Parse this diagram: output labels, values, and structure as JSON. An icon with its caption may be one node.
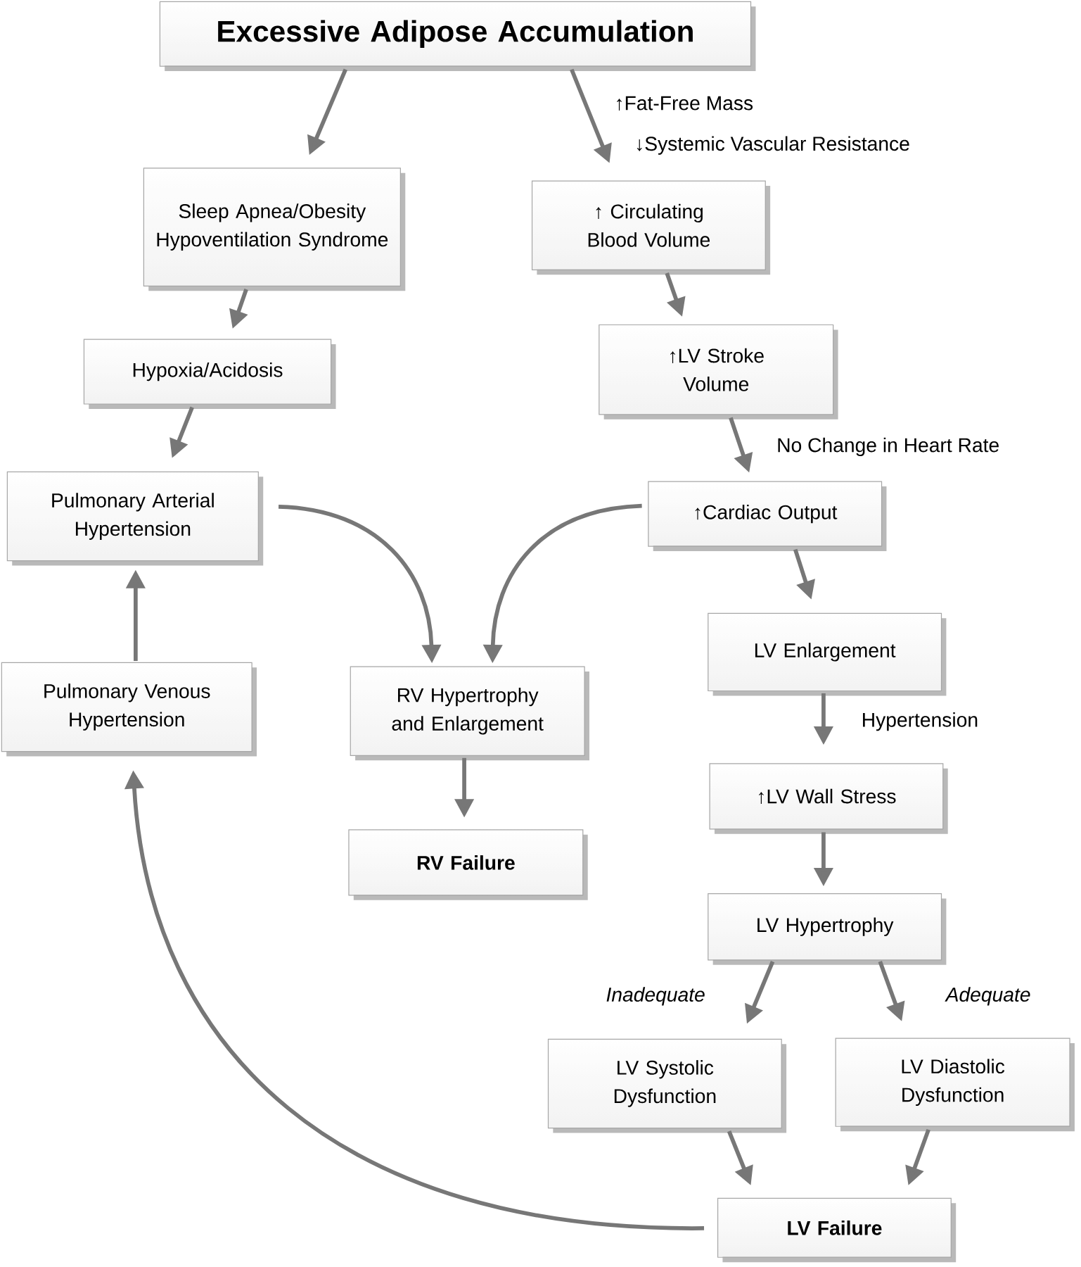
{
  "diagram": {
    "nodes": [
      {
        "text": [
          "Excessive Adipose Accumulation"
        ]
      },
      {
        "text": [
          "Sleep Apnea/Obesity Hypoventilation Syndrome"
        ]
      },
      {
        "text": [
          "↑ Circulating Blood Volume"
        ]
      },
      {
        "text": [
          "Hypoxia/Acidosis"
        ]
      },
      {
        "text": [
          "↑LV Stroke Volume"
        ]
      },
      {
        "text": [
          "Pulmonary Arterial Hypertension"
        ]
      },
      {
        "text": [
          "↑Cardiac Output"
        ]
      },
      {
        "text": [
          "LV Enlargement"
        ]
      },
      {
        "text": [
          "Pulmonary Venous Hypertension"
        ]
      },
      {
        "text": [
          "RV Hypertrophy and Enlargement"
        ]
      },
      {
        "text": [
          "↑LV Wall Stress"
        ]
      },
      {
        "text": [
          "RV Failure"
        ]
      },
      {
        "text": [
          "LV Hypertrophy"
        ]
      },
      {
        "text": [
          "LV Systolic Dysfunction"
        ]
      },
      {
        "text": [
          "LV Diastolic Dysfunction"
        ]
      },
      {
        "text": [
          "LV Failure"
        ]
      }
    ],
    "edges": [
      {
        "from": 0,
        "to": 1,
        "arrow": "to"
      },
      {
        "from": 0,
        "to": 2,
        "arrow": "to"
      },
      {
        "from": 1,
        "to": 3,
        "arrow": "to"
      },
      {
        "from": 2,
        "to": 4,
        "arrow": "to"
      },
      {
        "from": 3,
        "to": 5,
        "arrow": "to"
      },
      {
        "from": 4,
        "to": 6,
        "arrow": "to",
        "label": "No Change in Heart Rate"
      },
      {
        "from": 5,
        "to": 9,
        "arrow": "to"
      },
      {
        "from": 6,
        "to": 9,
        "arrow": "to"
      },
      {
        "from": 6,
        "to": 7,
        "arrow": "to"
      },
      {
        "from": 8,
        "to": 5,
        "arrow": "to"
      },
      {
        "from": 7,
        "to": 10,
        "arrow": "to",
        "label": "Hypertension"
      },
      {
        "from": 9,
        "to": 11,
        "arrow": "to"
      },
      {
        "from": 10,
        "to": 12,
        "arrow": "to"
      },
      {
        "from": 12,
        "to": 13,
        "arrow": "to",
        "label": "Inadequate"
      },
      {
        "from": 12,
        "to": 14,
        "arrow": "to",
        "label": "Adequate"
      },
      {
        "from": 13,
        "to": 15,
        "arrow": "to"
      },
      {
        "from": 14,
        "to": 15,
        "arrow": "to"
      },
      {
        "from": 15,
        "to": 8,
        "arrow": "to"
      }
    ],
    "labels": [
      "↑Fat-Free Mass",
      "↓Systemic Vascular Resistance"
    ]
  }
}
